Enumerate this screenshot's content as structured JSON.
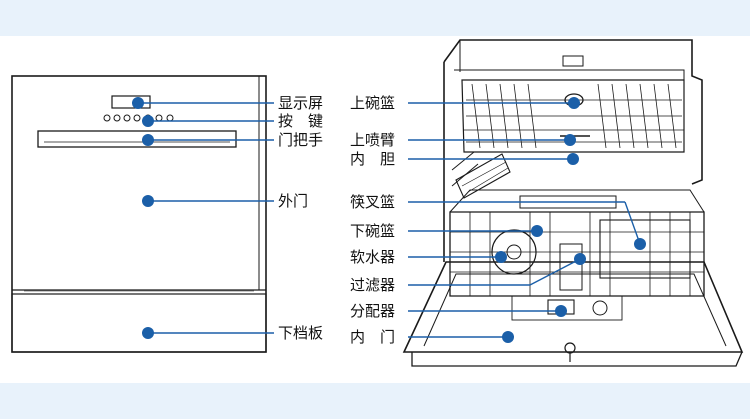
{
  "labels_left": {
    "display": "显示屏",
    "buttons": "按　键",
    "handle": "门把手",
    "outer_door": "外门",
    "kick_plate": "下档板"
  },
  "labels_right": {
    "upper_basket": "上碗篮",
    "upper_spray_arm": "上喷臂",
    "inner_tub": "内　胆",
    "cutlery_basket": "筷叉篮",
    "lower_basket": "下碗篮",
    "water_softener": "软水器",
    "filter": "过滤器",
    "dispenser": "分配器",
    "inner_door": "内　门"
  },
  "colors": {
    "accent": "#1b5fa8",
    "band": "#e8f2fb",
    "outline": "#1a1a1a"
  }
}
